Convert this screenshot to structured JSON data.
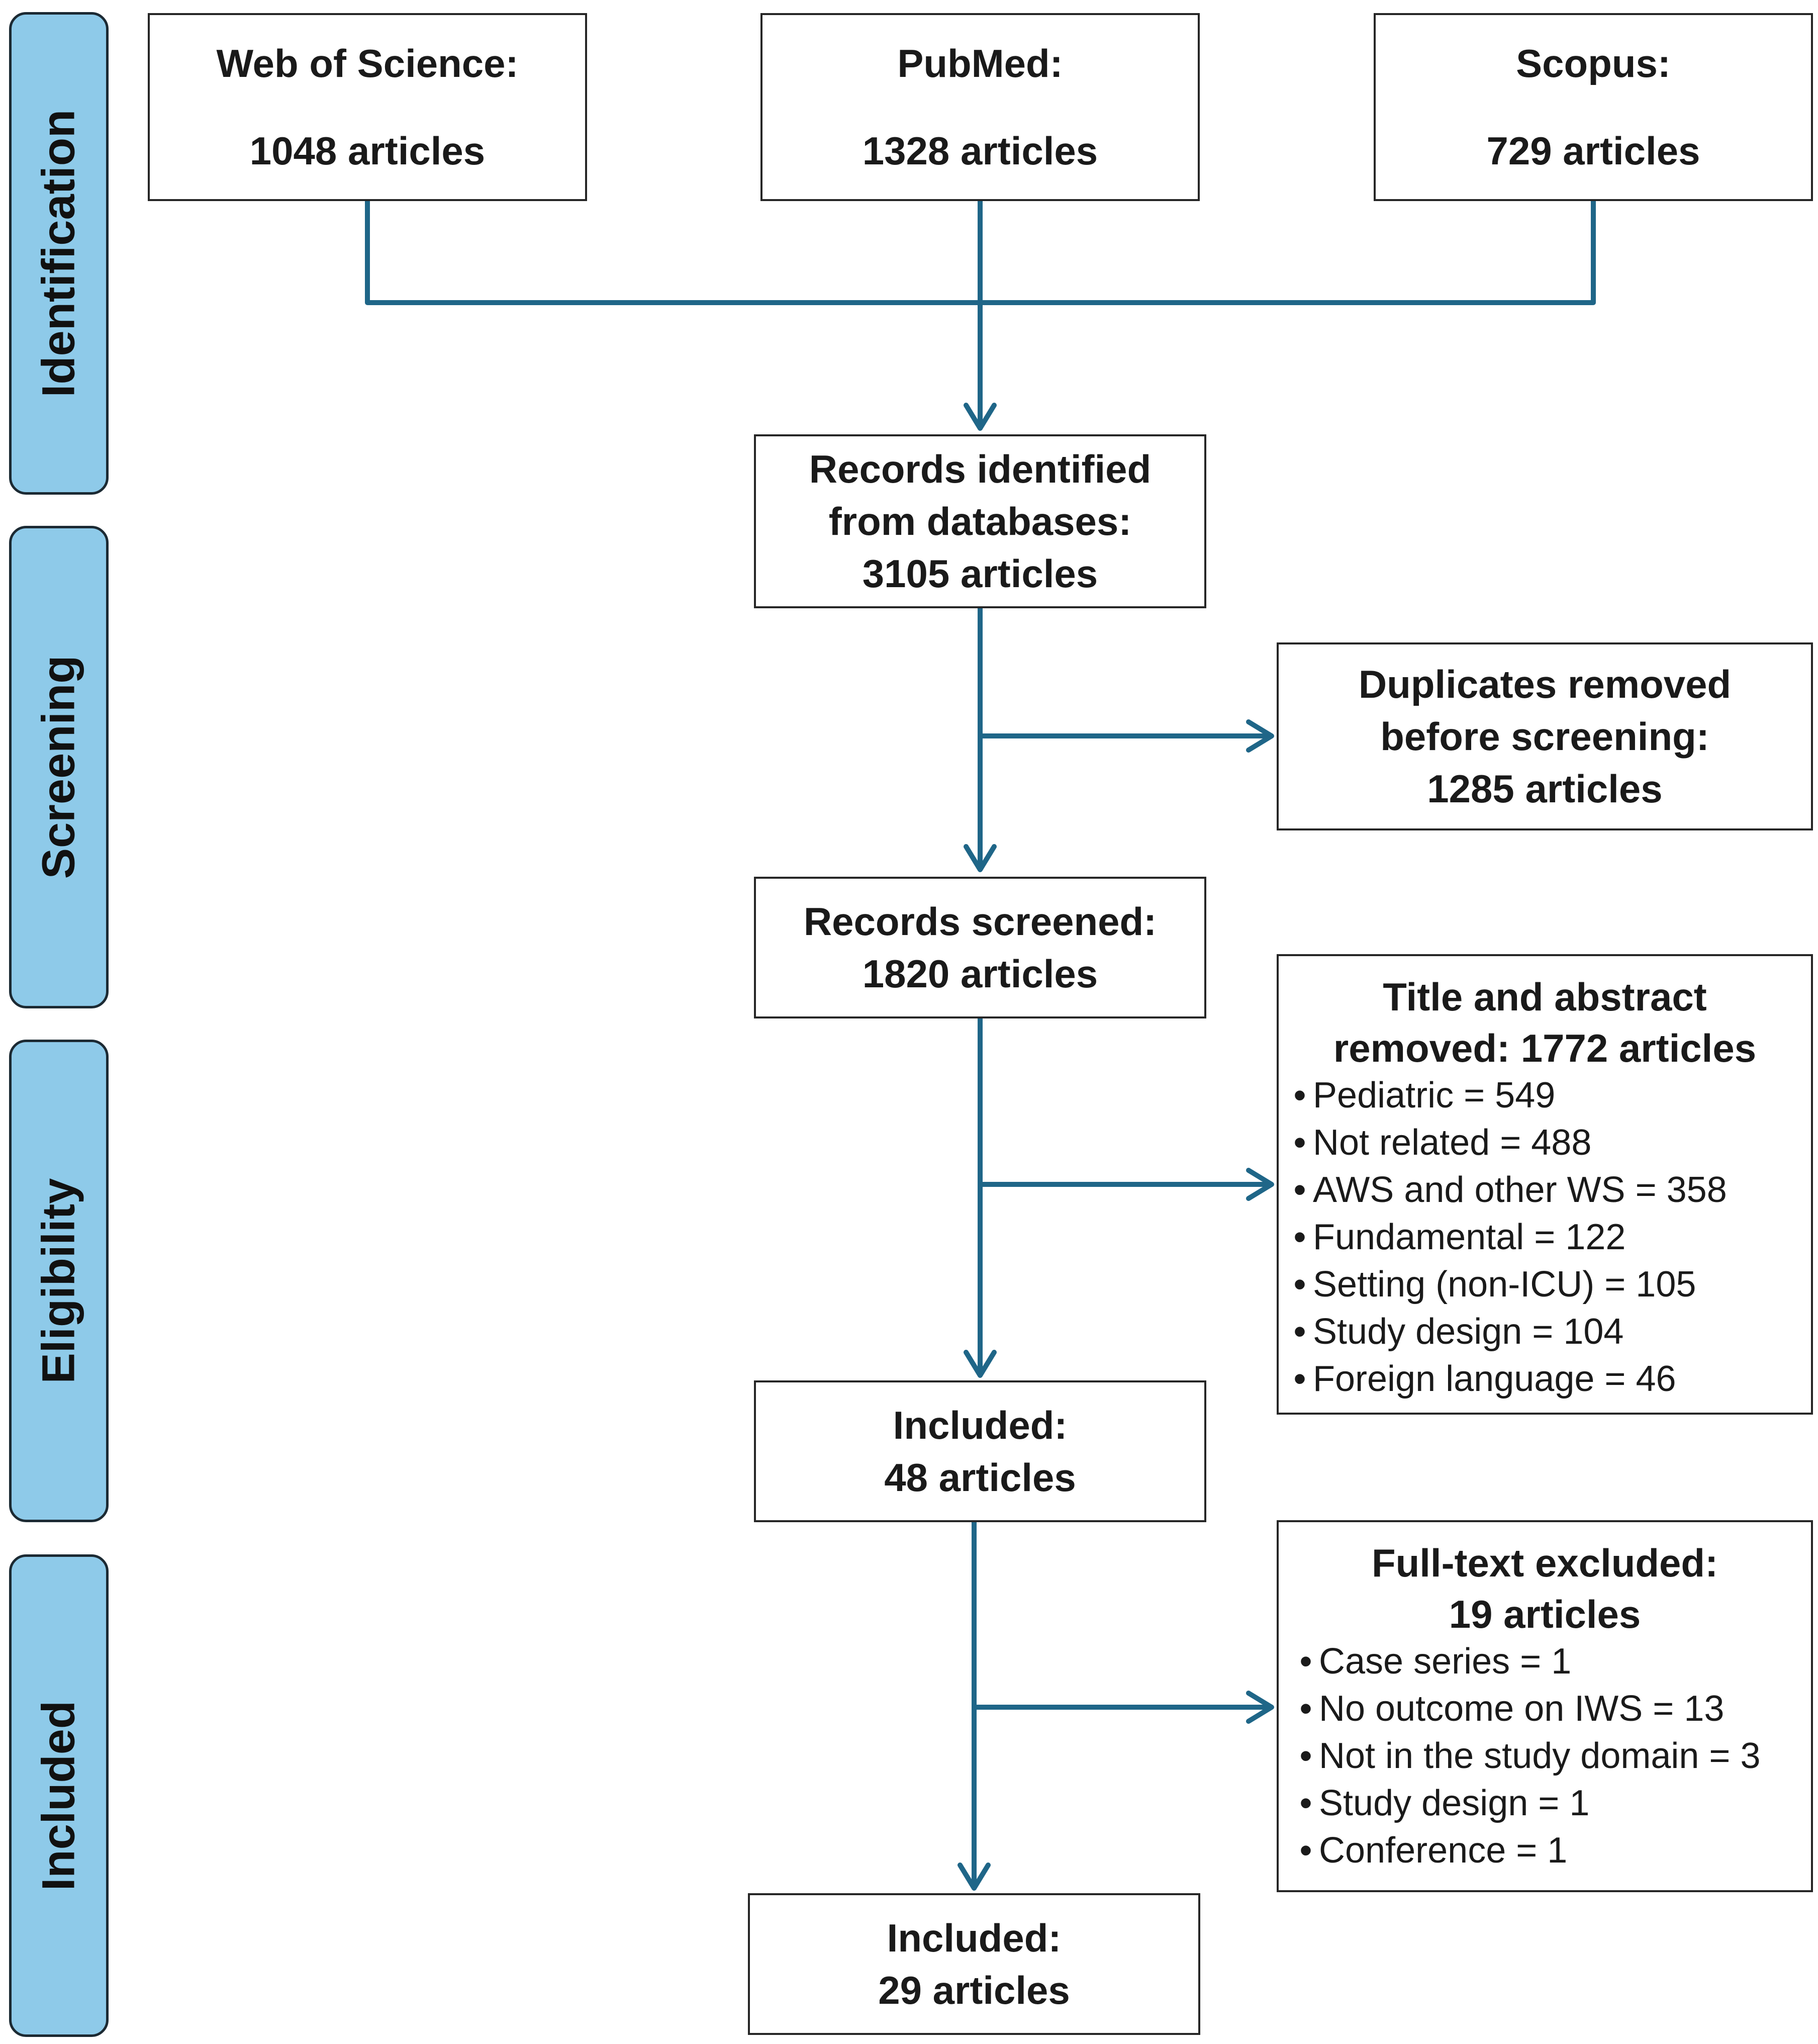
{
  "phases": [
    "Identification",
    "Screening",
    "Eligibility",
    "Included"
  ],
  "sources": [
    {
      "name": "Web of Science:",
      "count": "1048 articles"
    },
    {
      "name": "PubMed:",
      "count": "1328 articles"
    },
    {
      "name": "Scopus:",
      "count": "729 articles"
    }
  ],
  "identified": {
    "line1": "Records identified",
    "line2": "from databases:",
    "count": "3105 articles"
  },
  "duplicates": {
    "line1": "Duplicates removed",
    "line2": "before screening:",
    "count": "1285 articles"
  },
  "screened": {
    "line1": "Records screened:",
    "count": "1820 articles"
  },
  "title_abstract": {
    "line1": "Title and abstract",
    "line2": "removed: 1772 articles",
    "items": [
      "Pediatric = 549",
      "Not related = 488",
      "AWS and other WS = 358",
      "Fundamental = 122",
      "Setting (non-ICU) = 105",
      "Study design = 104",
      "Foreign language = 46"
    ]
  },
  "included_48": {
    "line1": "Included:",
    "count": "48 articles"
  },
  "fulltext": {
    "line1": "Full-text excluded:",
    "line2": "19 articles",
    "items": [
      "Case series = 1",
      "No outcome on IWS = 13",
      "Not in the study domain = 3",
      "Study design = 1",
      "Conference = 1"
    ]
  },
  "included_29": {
    "line1": "Included:",
    "count": "29 articles"
  },
  "colors": {
    "arrow": "#1f6688",
    "phase_fill": "#8ecae9",
    "phase_border": "#1c2a33"
  }
}
